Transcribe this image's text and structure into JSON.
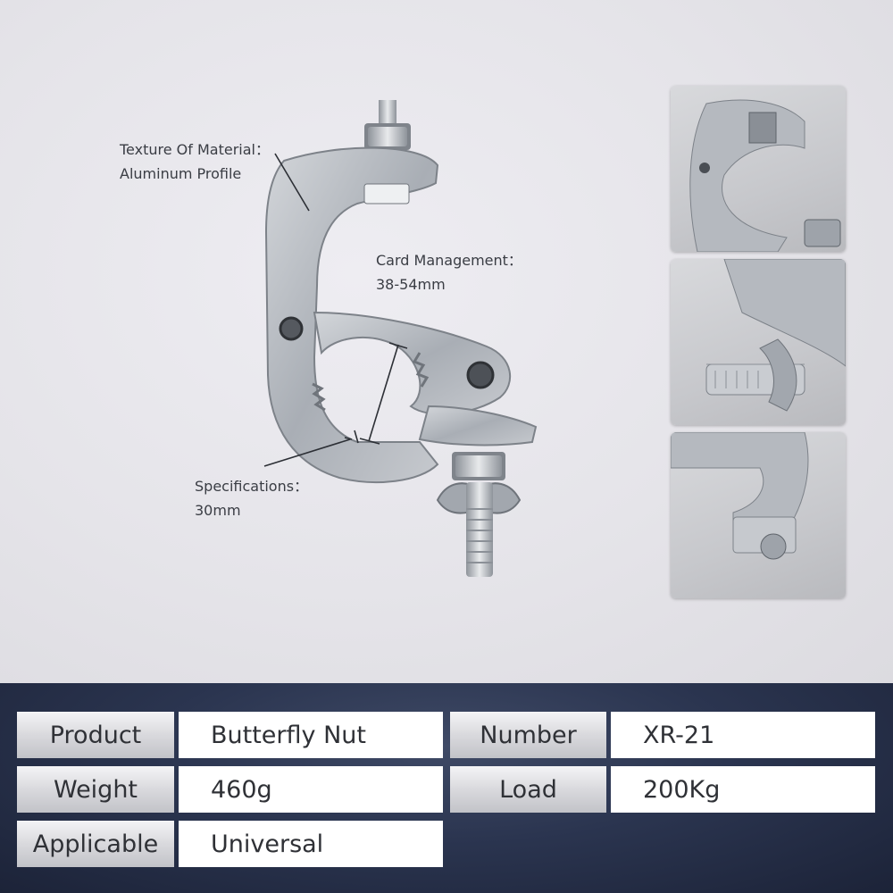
{
  "callouts": {
    "texture_title": "Texture Of Material：",
    "texture_value": "Aluminum Profile",
    "card_title": "Card Management：",
    "card_value": "38-54mm",
    "spec_title": "Specifications：",
    "spec_value": "30mm"
  },
  "specs": {
    "product_label": "Product",
    "product_value": "Butterfly Nut",
    "number_label": "Number",
    "number_value": "XR-21",
    "weight_label": "Weight",
    "weight_value": "460g",
    "load_label": "Load",
    "load_value": "200Kg",
    "applicable_label": "Applicable",
    "applicable_value": "Universal"
  },
  "colors": {
    "background": "#e6e5ea",
    "spec_band": "#2b3550",
    "label_cell": "#d9d9dd",
    "value_cell": "#ffffff",
    "metal": "#b8bcc2"
  }
}
